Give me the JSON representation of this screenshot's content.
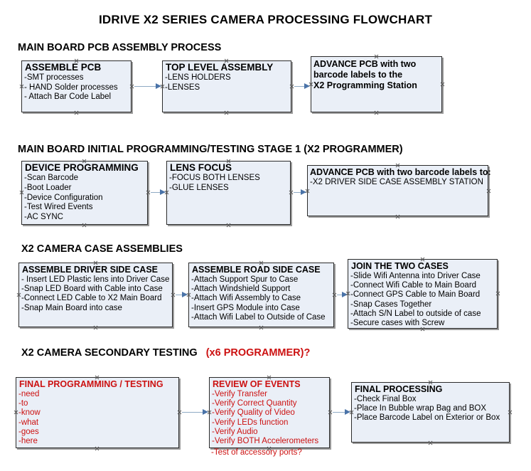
{
  "title": "IDRIVE X2  SERIES CAMERA PROCESSING FLOWCHART",
  "colors": {
    "box_fill": "#eaeff7",
    "box_border": "#2b2b2b",
    "accent_red": "#cc1111",
    "connector": "#4a73a8",
    "text": "#000000"
  },
  "sections": [
    {
      "id": "main-board-pcb-assembly",
      "heading": "MAIN BOARD PCB ASSEMBLY PROCESS",
      "heading_suffix": "",
      "boxes": [
        {
          "id": "assemble-pcb",
          "header": "ASSEMBLE PCB",
          "items": [
            "-SMT processes",
            "- HAND Solder processes",
            "- Attach Bar Code Label"
          ]
        },
        {
          "id": "top-level-assembly",
          "header": "TOP LEVEL ASSEMBLY",
          "items": [
            "-LENS HOLDERS",
            "-LENSES"
          ]
        },
        {
          "id": "advance-pcb-x2-programming-station",
          "header": "ADVANCE PCB with two",
          "items": [
            "barcode labels to the",
            " X2 Programming Station"
          ]
        }
      ]
    },
    {
      "id": "main-board-initial-programming",
      "heading": "MAIN BOARD INITIAL PROGRAMMING/TESTING STAGE 1 (X2 PROGRAMMER)",
      "heading_suffix": "",
      "boxes": [
        {
          "id": "device-programming",
          "header": "DEVICE PROGRAMMING",
          "items": [
            "-Scan Barcode",
            "-Boot Loader",
            "-Device Configuration",
            "-Test Wired Events",
            "-AC SYNC"
          ]
        },
        {
          "id": "lens-focus",
          "header": "LENS FOCUS",
          "items": [
            "-FOCUS BOTH LENSES",
            "-GLUE LENSES"
          ]
        },
        {
          "id": "advance-pcb-driver-side-case",
          "header": "ADVANCE PCB with two barcode labels to:",
          "items": [
            "-X2 DRIVER  SIDE  CASE  ASSEMBLY STATION"
          ]
        }
      ]
    },
    {
      "id": "x2-camera-case-assemblies",
      "heading": "X2 CAMERA CASE ASSEMBLIES",
      "heading_suffix": "",
      "boxes": [
        {
          "id": "assemble-driver-side-case",
          "header": "ASSEMBLE DRIVER SIDE CASE",
          "items": [
            "- Insert LED Plastic lens into Driver Case",
            "-Snap LED Board with Cable into Case",
            "-Connect LED Cable to X2 Main Board",
            "-Snap Main Board into case"
          ]
        },
        {
          "id": "assemble-road-side-case",
          "header": "ASSEMBLE ROAD SIDE CASE",
          "items": [
            "-Attach Support Spur to Case",
            "-Attach Windshield Support",
            "-Attach Wifi Assembly to Case",
            "-Insert GPS Module into Case",
            "-Attach Wifi Label to Outside of Case"
          ]
        },
        {
          "id": "join-the-two-cases",
          "header": "JOIN THE TWO CASES",
          "items": [
            "-Slide Wifi Antenna into Driver Case",
            "-Connect Wifi Cable to Main Board",
            "-Connect GPS Cable to Main Board",
            "-Snap Cases Together",
            "-Attach S/N Label to outside of case",
            "-Secure cases with Screw"
          ]
        }
      ]
    },
    {
      "id": "x2-camera-secondary-testing",
      "heading": "X2 CAMERA SECONDARY TESTING",
      "heading_suffix": "(x6 PROGRAMMER)?",
      "boxes": [
        {
          "id": "final-programming-testing",
          "header": "FINAL PROGRAMMING / TESTING",
          "items": [
            "-need",
            "-to",
            "-know",
            "-what",
            "-goes",
            "-here"
          ]
        },
        {
          "id": "review-of-events",
          "header": "REVIEW OF EVENTS",
          "items": [
            "-Verify Transfer",
            "-Verify Correct Quantity",
            "-Verify Quality of Video",
            "-Verify LEDs function",
            "-Verify Audio",
            "-Verify BOTH Accelerometers"
          ],
          "overflow_item": "-Test of accessory ports?"
        },
        {
          "id": "final-processing",
          "header": "FINAL PROCESSING",
          "items": [
            " -Check Final Box",
            "-Place In Bubble wrap Bag and BOX",
            "-Place Barcode Label on Exterior or Box"
          ]
        }
      ]
    }
  ]
}
